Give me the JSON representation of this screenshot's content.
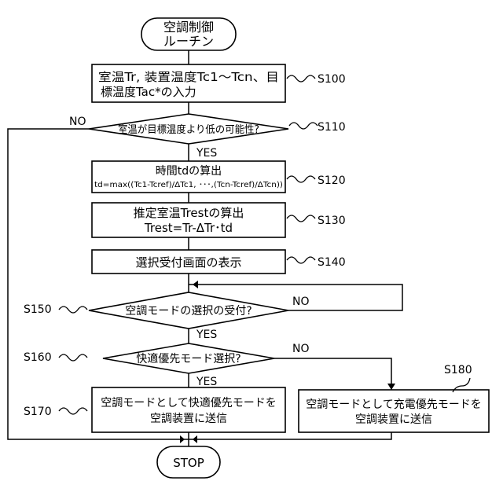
{
  "start": {
    "line1": "空調制御",
    "line2": "ルーチン"
  },
  "s100": {
    "line1": "室温Tr, 装置温度Tc1～Tcn、目",
    "line2": "標温度Tac*の入力",
    "label": "S100"
  },
  "s110": {
    "question": "室温が目標温度より低の可能性?",
    "label": "S110",
    "yes": "YES",
    "no": "NO"
  },
  "s120": {
    "line1": "時間tdの算出",
    "line2": "td=max((Tc1-Tcref)/ΔTc1, ･･･,(Tcn-Tcref)/ΔTcn))",
    "label": "S120"
  },
  "s130": {
    "line1": "推定室温Trestの算出",
    "line2": "Trest=Tr-ΔTr･td",
    "label": "S130"
  },
  "s140": {
    "text": "選択受付画面の表示",
    "label": "S140"
  },
  "s150": {
    "question": "空調モードの選択の受付?",
    "label": "S150",
    "yes": "YES",
    "no": "NO"
  },
  "s160": {
    "question": "快適優先モード選択?",
    "label": "S160",
    "yes": "YES",
    "no": "NO"
  },
  "s170": {
    "line1": "空調モードとして快適優先モードを",
    "line2": "空調装置に送信",
    "label": "S170"
  },
  "s180": {
    "line1": "空調モードとして充電優先モードを",
    "line2": "空調装置に送信",
    "label": "S180"
  },
  "stop": {
    "text": "STOP"
  }
}
